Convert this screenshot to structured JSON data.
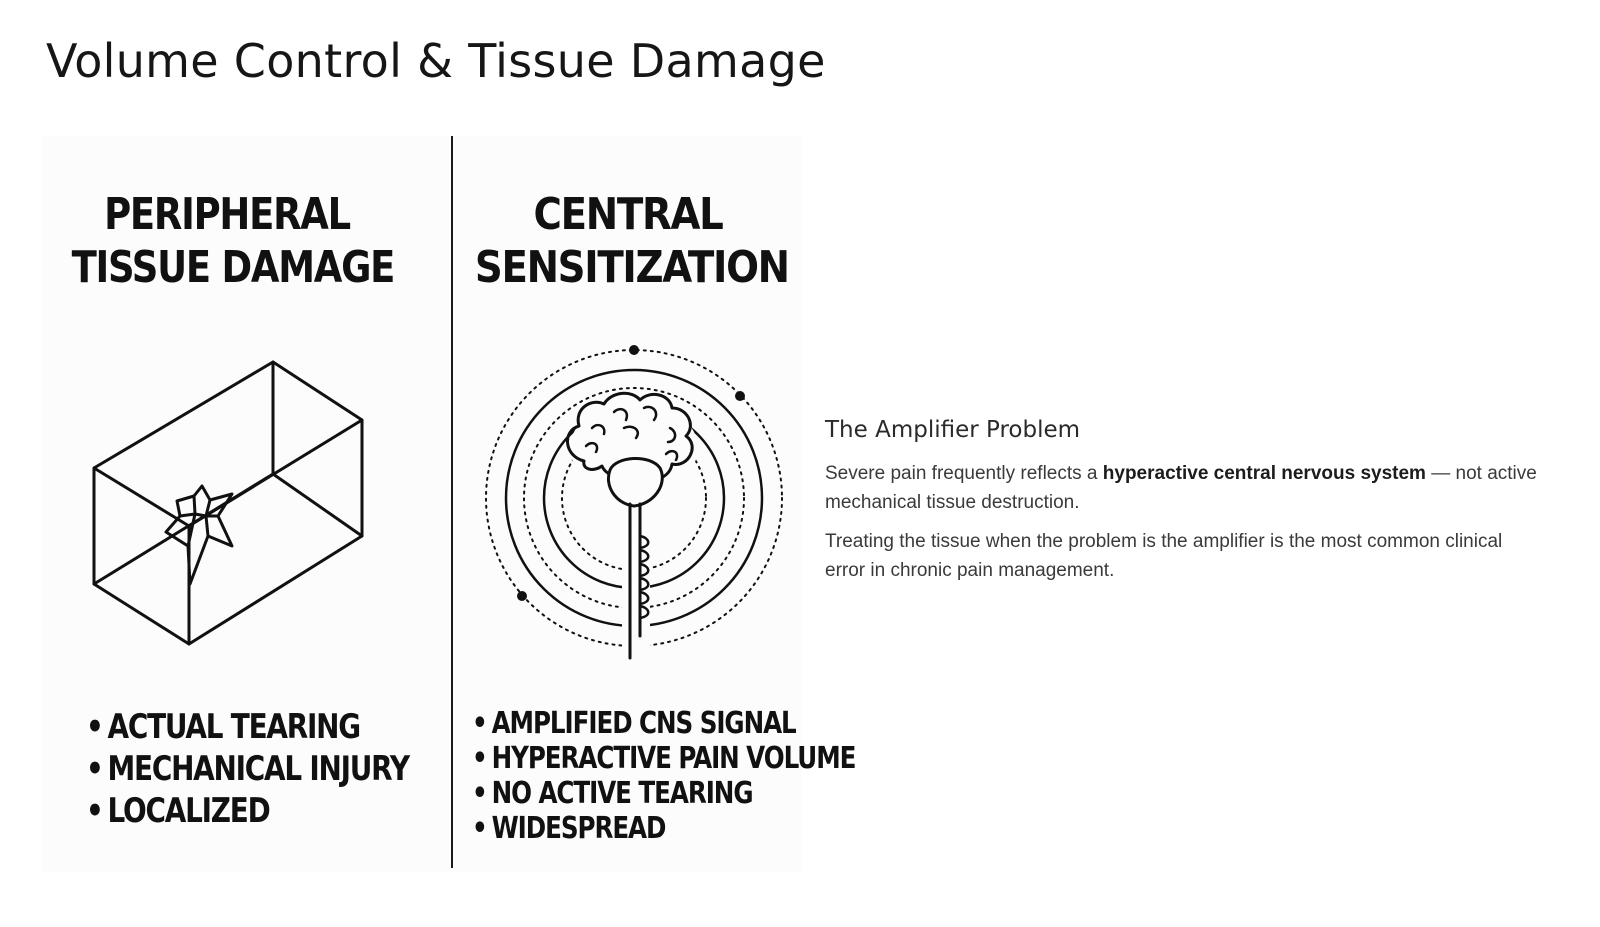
{
  "slide": {
    "title": "Volume Control & Tissue Damage"
  },
  "left_panel": {
    "heading_lines": [
      "PERIPHERAL",
      "TISSUE DAMAGE"
    ],
    "bullets": [
      "ACTUAL TEARING",
      "MECHANICAL INJURY",
      "LOCALIZED"
    ]
  },
  "right_panel": {
    "heading_lines": [
      "CENTRAL",
      "SENSITIZATION"
    ],
    "bullets": [
      "AMPLIFIED CNS SIGNAL",
      "HYPERACTIVE PAIN VOLUME",
      "NO ACTIVE TEARING",
      "WIDESPREAD"
    ]
  },
  "sidebar": {
    "heading": "The Amplifier Problem",
    "p1_before": "Severe pain frequently reflects a",
    "p1_bold": "hyperactive central nervous system",
    "p1_after": "— not active mechanical tissue destruction.",
    "p2": "Treating the tissue when the problem is the amplifier is the most common clinical error in chronic pain management."
  },
  "icons": {
    "left_illustration": "cracked-box-icon",
    "right_illustration": "brain-spinal-cord-icon"
  },
  "colors": {
    "ink": "#111111",
    "body_text": "#3a3a3a"
  }
}
